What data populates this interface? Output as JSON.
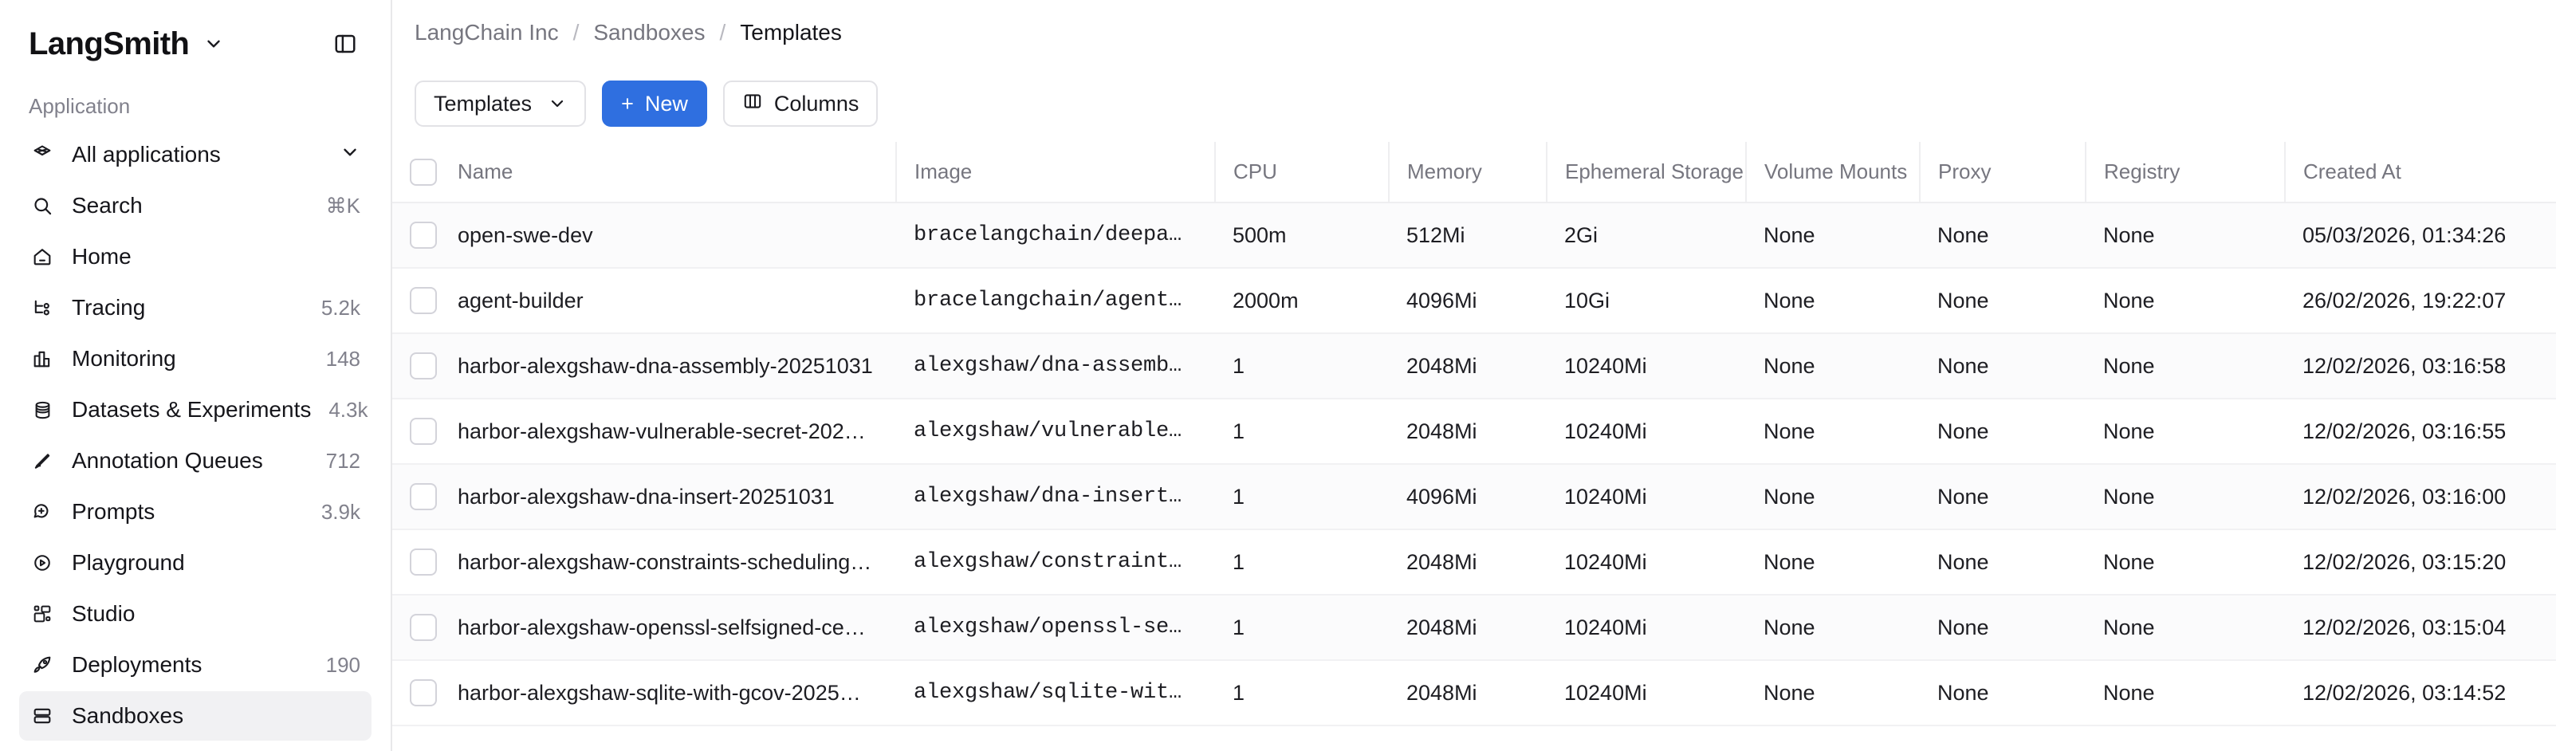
{
  "sidebar": {
    "brand": "LangSmith",
    "section_label": "Application",
    "items": [
      {
        "label": "All applications",
        "badge": "",
        "icon": "cube-icon",
        "active": false,
        "trailing": "chevron-down"
      },
      {
        "label": "Search",
        "badge": "⌘K",
        "icon": "search-icon",
        "active": false,
        "trailing": ""
      },
      {
        "label": "Home",
        "badge": "",
        "icon": "home-icon",
        "active": false,
        "trailing": ""
      },
      {
        "label": "Tracing",
        "badge": "5.2k",
        "icon": "tracing-icon",
        "active": false,
        "trailing": ""
      },
      {
        "label": "Monitoring",
        "badge": "148",
        "icon": "bar-chart-icon",
        "active": false,
        "trailing": ""
      },
      {
        "label": "Datasets & Experiments",
        "badge": "4.3k",
        "icon": "database-icon",
        "active": false,
        "trailing": ""
      },
      {
        "label": "Annotation Queues",
        "badge": "712",
        "icon": "pencil-icon",
        "active": false,
        "trailing": ""
      },
      {
        "label": "Prompts",
        "badge": "3.9k",
        "icon": "message-plus-icon",
        "active": false,
        "trailing": ""
      },
      {
        "label": "Playground",
        "badge": "",
        "icon": "play-circle-icon",
        "active": false,
        "trailing": ""
      },
      {
        "label": "Studio",
        "badge": "",
        "icon": "studio-icon",
        "active": false,
        "trailing": ""
      },
      {
        "label": "Deployments",
        "badge": "190",
        "icon": "rocket-icon",
        "active": false,
        "trailing": ""
      },
      {
        "label": "Sandboxes",
        "badge": "",
        "icon": "server-icon",
        "active": true,
        "trailing": ""
      }
    ]
  },
  "breadcrumb": {
    "items": [
      "LangChain Inc",
      "Sandboxes",
      "Templates"
    ],
    "separator": "/"
  },
  "toolbar": {
    "view_select_label": "Templates",
    "new_label": "New",
    "new_plus": "+",
    "columns_label": "Columns"
  },
  "table": {
    "columns": [
      "Name",
      "Image",
      "CPU",
      "Memory",
      "Ephemeral Storage",
      "Volume Mounts",
      "Proxy",
      "Registry",
      "Created At"
    ],
    "rows": [
      {
        "name": "open-swe-dev",
        "image": "bracelangchain/deepa…",
        "cpu": "500m",
        "memory": "512Mi",
        "ephemeral_storage": "2Gi",
        "volume_mounts": "None",
        "proxy": "None",
        "registry": "None",
        "created_at": "05/03/2026, 01:34:26"
      },
      {
        "name": "agent-builder",
        "image": "bracelangchain/agent…",
        "cpu": "2000m",
        "memory": "4096Mi",
        "ephemeral_storage": "10Gi",
        "volume_mounts": "None",
        "proxy": "None",
        "registry": "None",
        "created_at": "26/02/2026, 19:22:07"
      },
      {
        "name": "harbor-alexgshaw-dna-assembly-20251031",
        "image": "alexgshaw/dna-assemb…",
        "cpu": "1",
        "memory": "2048Mi",
        "ephemeral_storage": "10240Mi",
        "volume_mounts": "None",
        "proxy": "None",
        "registry": "None",
        "created_at": "12/02/2026, 03:16:58"
      },
      {
        "name": "harbor-alexgshaw-vulnerable-secret-202…",
        "image": "alexgshaw/vulnerable…",
        "cpu": "1",
        "memory": "2048Mi",
        "ephemeral_storage": "10240Mi",
        "volume_mounts": "None",
        "proxy": "None",
        "registry": "None",
        "created_at": "12/02/2026, 03:16:55"
      },
      {
        "name": "harbor-alexgshaw-dna-insert-20251031",
        "image": "alexgshaw/dna-insert…",
        "cpu": "1",
        "memory": "4096Mi",
        "ephemeral_storage": "10240Mi",
        "volume_mounts": "None",
        "proxy": "None",
        "registry": "None",
        "created_at": "12/02/2026, 03:16:00"
      },
      {
        "name": "harbor-alexgshaw-constraints-scheduling…",
        "image": "alexgshaw/constraint…",
        "cpu": "1",
        "memory": "2048Mi",
        "ephemeral_storage": "10240Mi",
        "volume_mounts": "None",
        "proxy": "None",
        "registry": "None",
        "created_at": "12/02/2026, 03:15:20"
      },
      {
        "name": "harbor-alexgshaw-openssl-selfsigned-ce…",
        "image": "alexgshaw/openssl-se…",
        "cpu": "1",
        "memory": "2048Mi",
        "ephemeral_storage": "10240Mi",
        "volume_mounts": "None",
        "proxy": "None",
        "registry": "None",
        "created_at": "12/02/2026, 03:15:04"
      },
      {
        "name": "harbor-alexgshaw-sqlite-with-gcov-2025…",
        "image": "alexgshaw/sqlite-wit…",
        "cpu": "1",
        "memory": "2048Mi",
        "ephemeral_storage": "10240Mi",
        "volume_mounts": "None",
        "proxy": "None",
        "registry": "None",
        "created_at": "12/02/2026, 03:14:52"
      }
    ]
  },
  "colors": {
    "accent": "#2f6fe0",
    "text": "#15151a",
    "muted": "#76767f",
    "border": "#e8e8ea",
    "active_bg": "#f1f1f3"
  }
}
